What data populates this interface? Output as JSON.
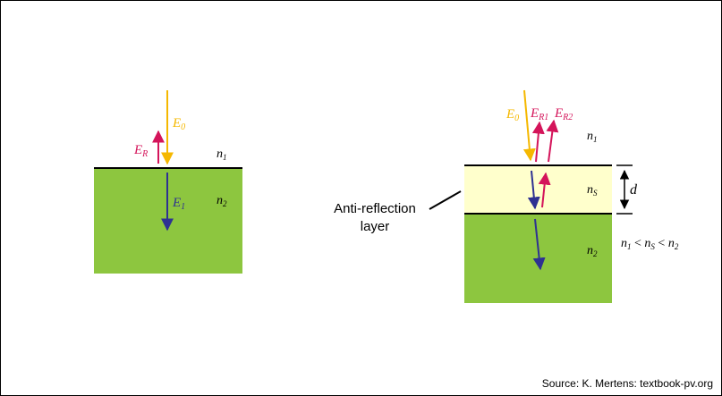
{
  "colors": {
    "substrate": "#8dc63f",
    "ar_layer": "#ffffcc",
    "incident": "#f5b800",
    "reflected": "#d4145a",
    "transmitted": "#2e3192",
    "line": "#000000"
  },
  "left": {
    "E0": {
      "main": "E",
      "sub": "0"
    },
    "ER": {
      "main": "E",
      "sub": "R"
    },
    "E1": {
      "main": "E",
      "sub": "1"
    },
    "n1": {
      "main": "n",
      "sub": "1"
    },
    "n2": {
      "main": "n",
      "sub": "2"
    }
  },
  "right": {
    "E0": {
      "main": "E",
      "sub": "0"
    },
    "ER1": {
      "main": "E",
      "sub": "R1"
    },
    "ER2": {
      "main": "E",
      "sub": "R2"
    },
    "n1": {
      "main": "n",
      "sub": "1"
    },
    "nS": {
      "main": "n",
      "sub": "S"
    },
    "n2": {
      "main": "n",
      "sub": "2"
    },
    "d": "d",
    "relation": {
      "a": "n",
      "a_sub": "1",
      "op1": " < ",
      "b": "n",
      "b_sub": "S",
      "op2": " < ",
      "c": "n",
      "c_sub": "2"
    },
    "ar_label_line1": "Anti-reflection",
    "ar_label_line2": "layer"
  },
  "source": "Source: K. Mertens: textbook-pv.org"
}
